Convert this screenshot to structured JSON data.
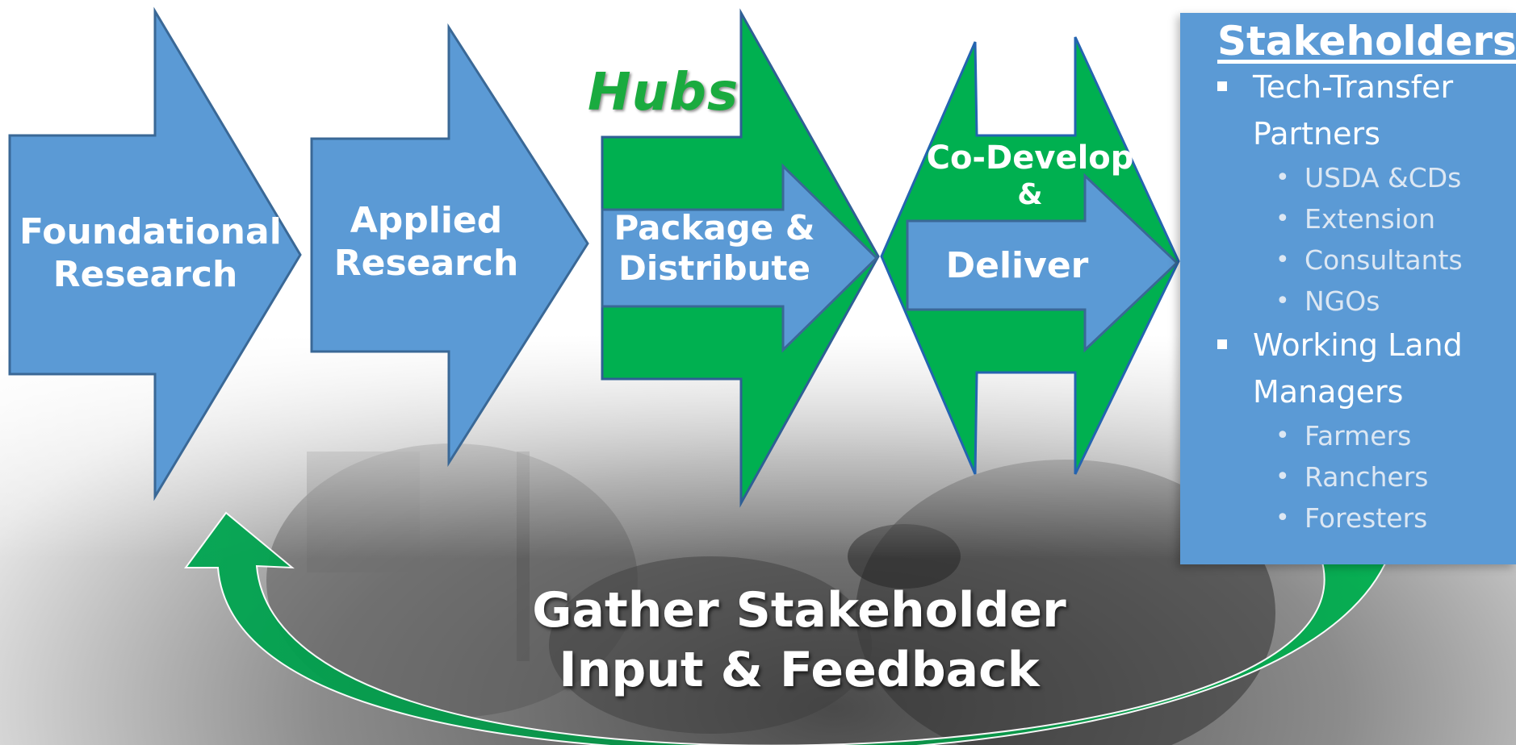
{
  "arrows": {
    "foundational": "Foundational Research",
    "applied": "Applied Research",
    "package": "Package & Distribute",
    "codevelop_top": "Co-Develop",
    "codevelop_amp": "&",
    "deliver": "Deliver"
  },
  "hubs_label": "Hubs",
  "stakeholders": {
    "title": "Stakeholders",
    "groups": [
      {
        "label": "Tech-Transfer Partners",
        "items": [
          "USDA &CDs",
          "Extension",
          "Consultants",
          "NGOs"
        ]
      },
      {
        "label": "Working Land Managers",
        "items": [
          "Farmers",
          "Ranchers",
          "Foresters"
        ]
      }
    ]
  },
  "feedback": {
    "line1": "Gather Stakeholder",
    "line2": "Input & Feedback"
  },
  "colors": {
    "blue": "#5b9ad5",
    "blue_stroke": "#3a6896",
    "green": "#00b050",
    "background_photo": "grayscale"
  }
}
